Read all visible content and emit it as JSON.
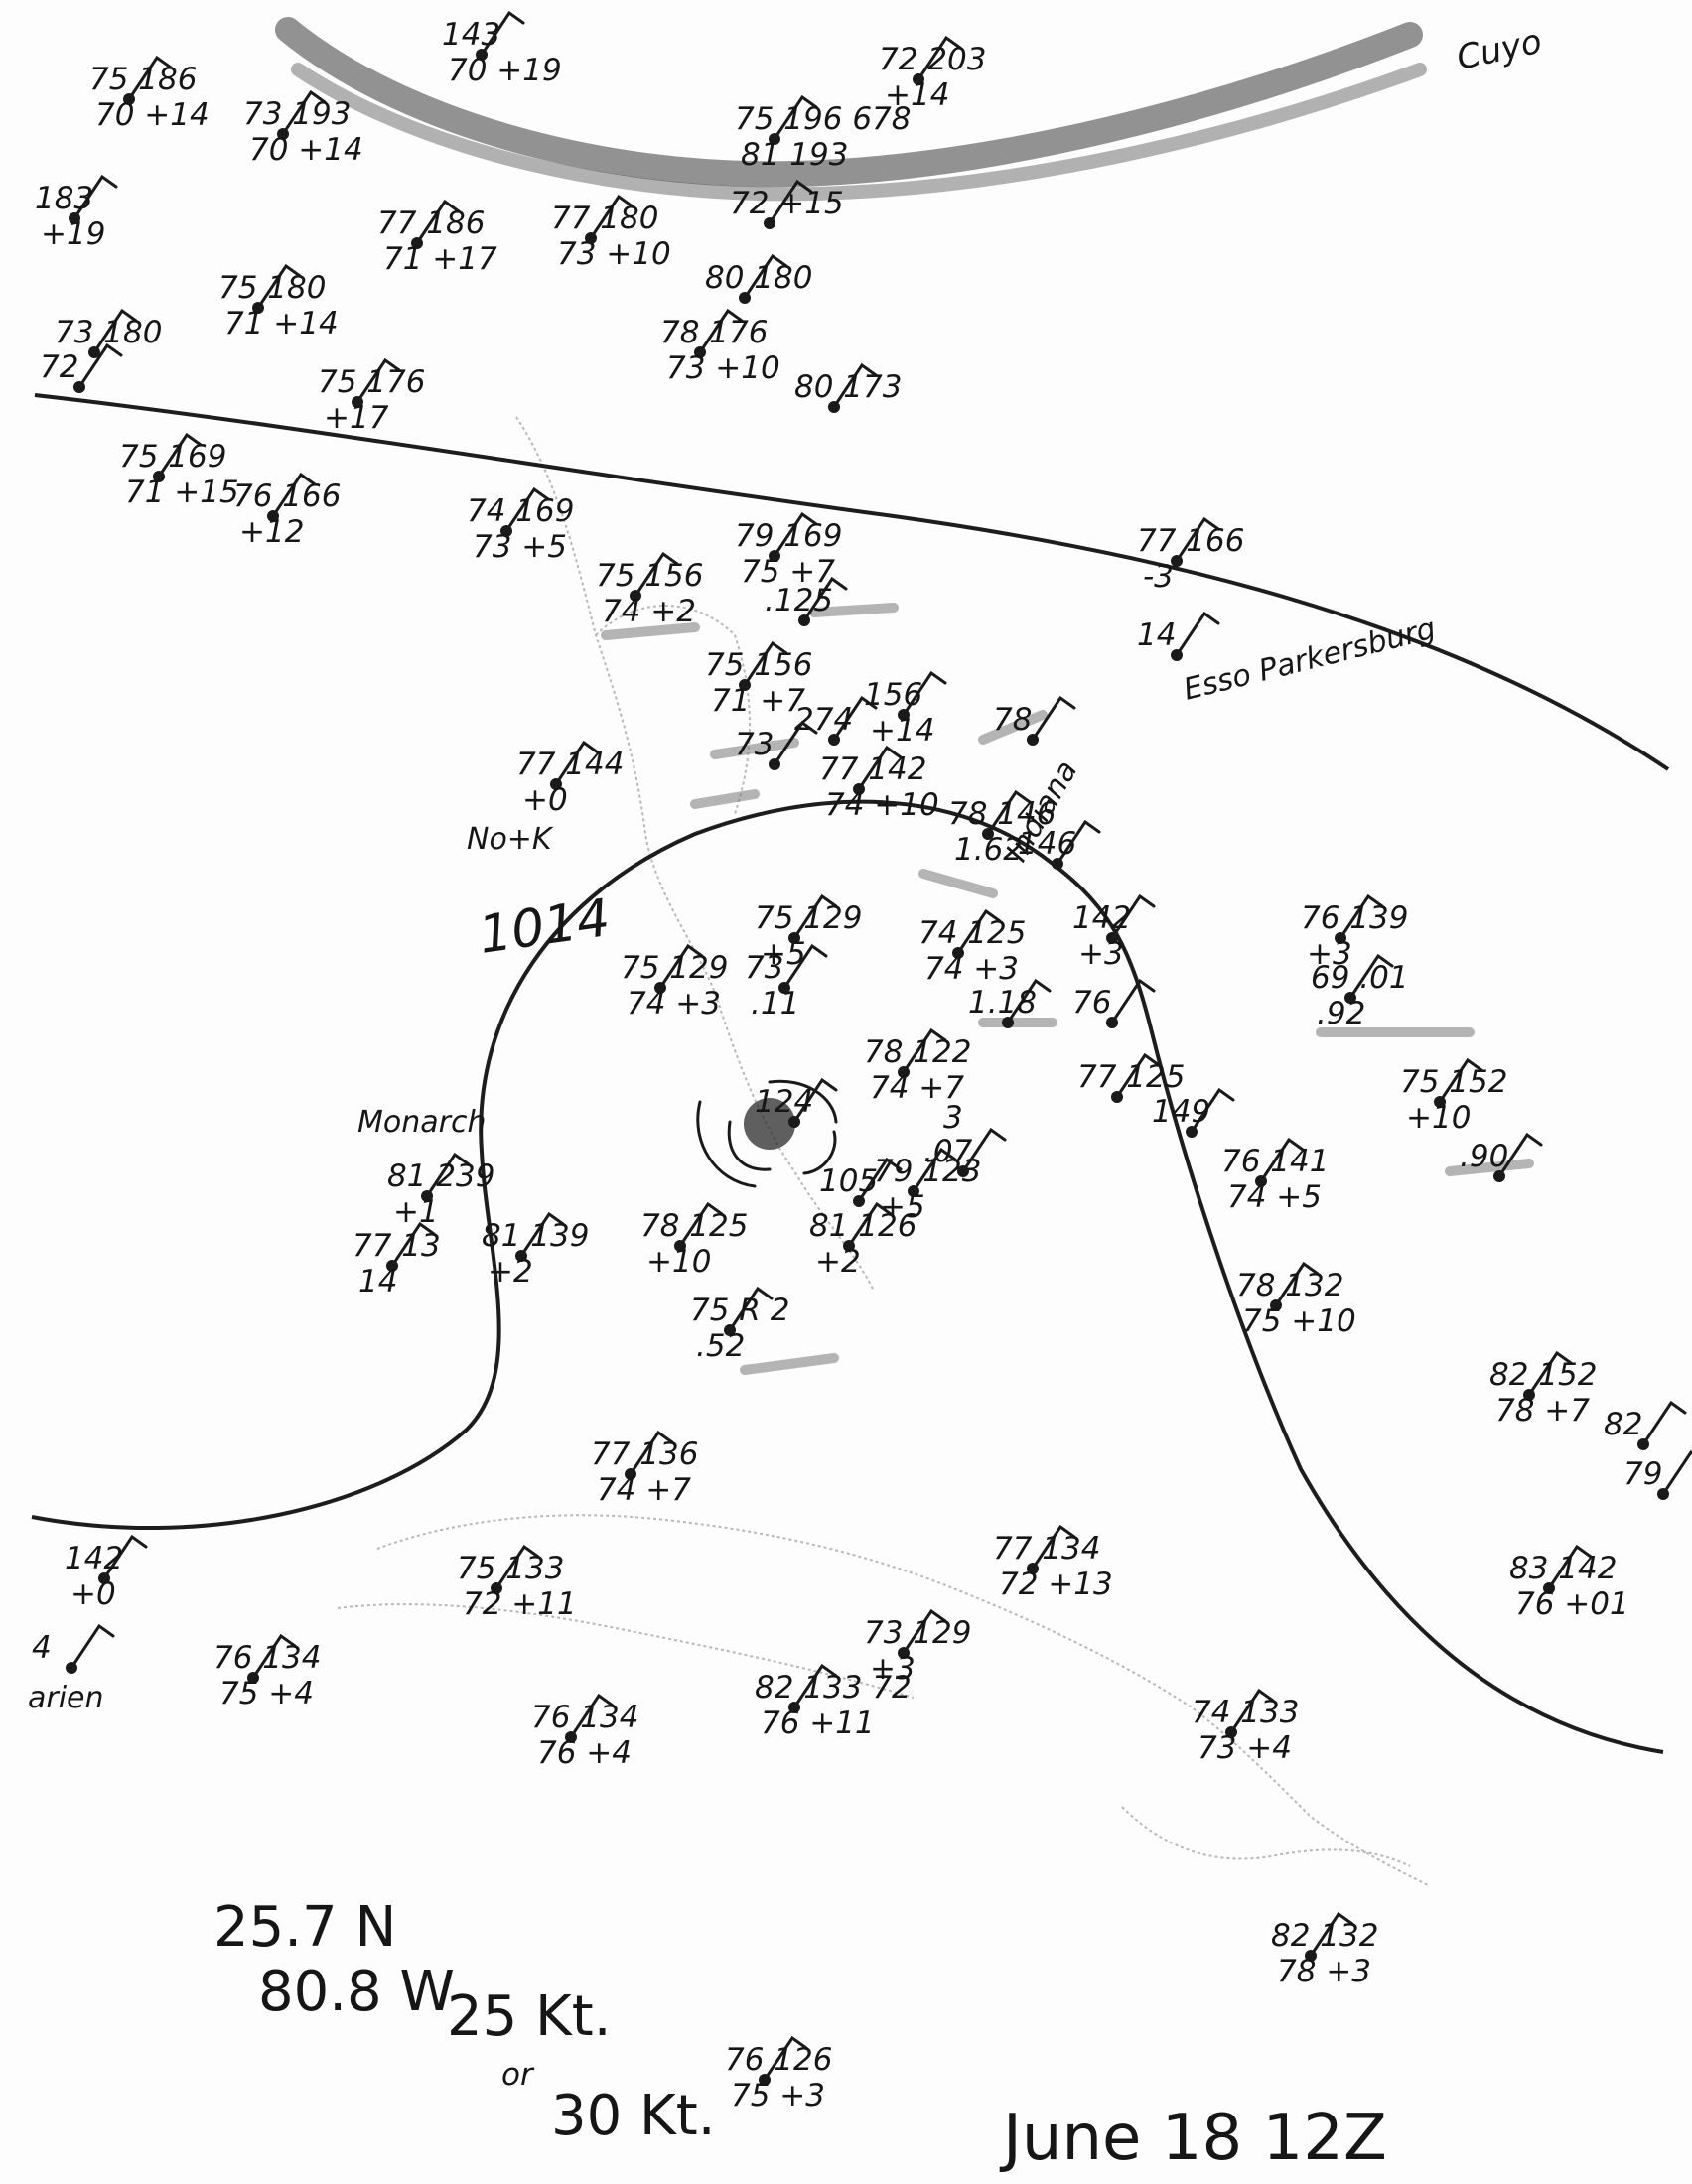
{
  "notes": {
    "date": "June 18 12Z",
    "corner": "Cuyo",
    "position_lat": "25.7 N",
    "position_lon": "80.8 W",
    "wind_speed": "25 Kt.",
    "wind_or": "or",
    "wind_alt": "30 Kt.",
    "isobar": "1014"
  },
  "names": {
    "monarch": "Monarch",
    "nork": "No+K",
    "esso": "Esso Parkersburg",
    "indiana": "Indiana",
    "darien": "arien"
  },
  "stations": [
    {
      "top": "75 186",
      "bot": "70 +14"
    },
    {
      "top": "73 193",
      "bot": "70 +14"
    },
    {
      "top": "143",
      "bot": "70 +19"
    },
    {
      "top": "72 203",
      "bot": "+14"
    },
    {
      "top": "75 196 678",
      "bot": "81 193"
    },
    {
      "top": "72 +15"
    },
    {
      "top": "183",
      "bot": "+19"
    },
    {
      "top": "77 186",
      "bot": "71 +17"
    },
    {
      "top": "77 180",
      "bot": "73 +10"
    },
    {
      "top": "80 180"
    },
    {
      "top": "75 180",
      "bot": "71 +14"
    },
    {
      "top": "73 180"
    },
    {
      "top": "72"
    },
    {
      "top": "78 176",
      "bot": "73 +10"
    },
    {
      "top": "80 173"
    },
    {
      "top": "75 176",
      "bot": "+17"
    },
    {
      "top": "75 169",
      "bot": "71 +15"
    },
    {
      "top": "76 166",
      "bot": "+12"
    },
    {
      "top": "74 169",
      "bot": "73 +5"
    },
    {
      "top": "79 169",
      "bot": "75 +7"
    },
    {
      "top": ".125"
    },
    {
      "top": "75 156",
      "bot": "74 +2"
    },
    {
      "top": "75 156",
      "bot": "71 +7"
    },
    {
      "top": "274"
    },
    {
      "top": "156",
      "bot": "+14"
    },
    {
      "top": "77 166",
      "bot": "-3"
    },
    {
      "top": "14"
    },
    {
      "top": "77 144",
      "bot": "+0"
    },
    {
      "top": "77 142",
      "bot": "74 +10"
    },
    {
      "top": "78 146",
      "bot": "1.62"
    },
    {
      "top": "78"
    },
    {
      "top": "73"
    },
    {
      "top": "146"
    },
    {
      "top": "75 129",
      "bot": "+5"
    },
    {
      "top": "74 125",
      "bot": "74 +3"
    },
    {
      "top": "1.18"
    },
    {
      "top": "142",
      "bot": "+3"
    },
    {
      "top": "76"
    },
    {
      "top": "75 129",
      "bot": "74 +3"
    },
    {
      "top": "73",
      "bot": ".11"
    },
    {
      "top": "76 139",
      "bot": "+3"
    },
    {
      "top": "69 .01",
      "bot": ".92"
    },
    {
      "top": "78 122",
      "bot": "74 +7",
      "extra": "3"
    },
    {
      "top": "77 125"
    },
    {
      "top": "149"
    },
    {
      "top": ".07"
    },
    {
      "top": "79 123",
      "bot": "+5"
    },
    {
      "top": "105"
    },
    {
      "top": "124"
    },
    {
      "top": "75 152",
      "bot": "+10"
    },
    {
      "top": ".90"
    },
    {
      "top": "76 141",
      "bot": "74 +5"
    },
    {
      "top": "81 239",
      "bot": "+1"
    },
    {
      "top": "77 13",
      "bot": "14"
    },
    {
      "top": "81 139",
      "bot": "+2"
    },
    {
      "top": "78 125",
      "bot": "+10"
    },
    {
      "top": "81 126",
      "bot": "+2"
    },
    {
      "top": "75 R 2",
      "bot": ".52"
    },
    {
      "top": "78 132",
      "bot": "75 +10"
    },
    {
      "top": "82 152",
      "bot": "78 +7"
    },
    {
      "top": "82"
    },
    {
      "top": "79"
    },
    {
      "top": "77 136",
      "bot": "74 +7"
    },
    {
      "top": "77 134",
      "bot": "72 +13"
    },
    {
      "top": "75 133",
      "bot": "72 +11"
    },
    {
      "top": "142",
      "bot": "+0"
    },
    {
      "top": "4"
    },
    {
      "top": "76 134",
      "bot": "75 +4"
    },
    {
      "top": "76 134",
      "bot": "76 +4"
    },
    {
      "top": "73 129",
      "bot": "+3"
    },
    {
      "top": "82 133 72",
      "bot": "76 +11"
    },
    {
      "top": "74 133",
      "bot": "73 +4"
    },
    {
      "top": "83 142",
      "bot": "76 +01"
    },
    {
      "top": "82 132",
      "bot": "78 +3"
    },
    {
      "top": "76 126",
      "bot": "75 +3"
    }
  ]
}
